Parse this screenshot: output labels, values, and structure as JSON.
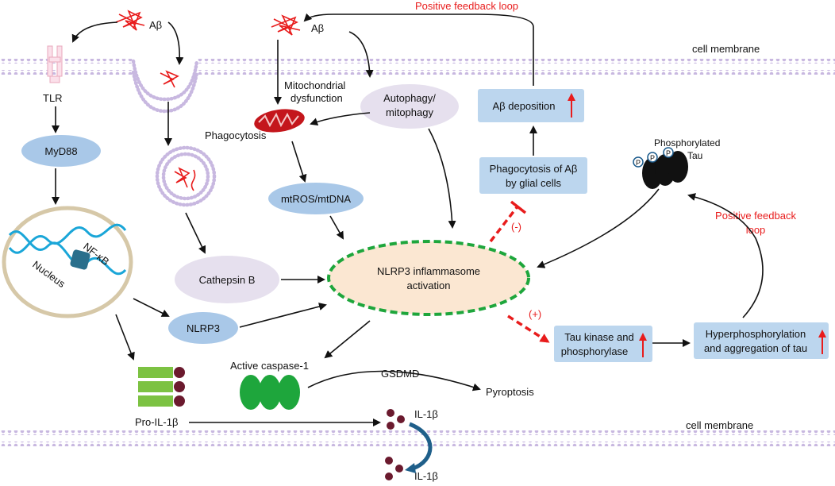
{
  "membrane": {
    "top_label": "cell membrane",
    "bottom_label": "cell membrane"
  },
  "abeta": {
    "label_left": "Aβ",
    "label_mid": "Aβ"
  },
  "feedback": {
    "top": "Positive feedback loop",
    "right_line1": "Positive feedback",
    "right_line2": "loop"
  },
  "receptor": {
    "tlr": "TLR",
    "myd88": "MyD88"
  },
  "nucleus": {
    "nfkb": "NF-κB",
    "label": "Nucleus"
  },
  "phago": {
    "label": "Phagocytosis",
    "cathepsin": "Cathepsin B"
  },
  "mito": {
    "line1": "Mitochondrial",
    "line2": "dysfunction",
    "ros": "mtROS/mtDNA"
  },
  "autophagy": {
    "line1": "Autophagy/",
    "line2": "mitophagy"
  },
  "deposition": {
    "label": "Aβ deposition"
  },
  "glial": {
    "line1": "Phagocytosis of Aβ",
    "line2": "by glial cells",
    "inhibit": "(-)"
  },
  "nlrp3": {
    "center_line1": "NLRP3 inflammasome",
    "center_line2": "activation",
    "box": "NLRP3"
  },
  "tau": {
    "phos_line1": "Phosphorylated",
    "phos_line2": "Tau",
    "p": "P",
    "promote": "(+)",
    "kinase_line1": "Tau kinase and",
    "kinase_line2": "phosphorylase",
    "hyper_line1": "Hyperphosphorylation",
    "hyper_line2": "and aggregation of tau"
  },
  "bottom": {
    "caspase": "Active caspase-1",
    "gsdmd": "GSDMD",
    "pyroptosis": "Pyroptosis",
    "pro_il": "Pro-IL-1β",
    "il_top": "IL-1β",
    "il_bottom": "IL-1β"
  },
  "colors": {
    "blue_node": "#a9c8e8",
    "lavender_node": "#e6e0ee",
    "center_fill": "#fbe7d2",
    "center_border": "#1ea63c",
    "red": "#e81c1c",
    "membrane": "#c8b8e0"
  }
}
